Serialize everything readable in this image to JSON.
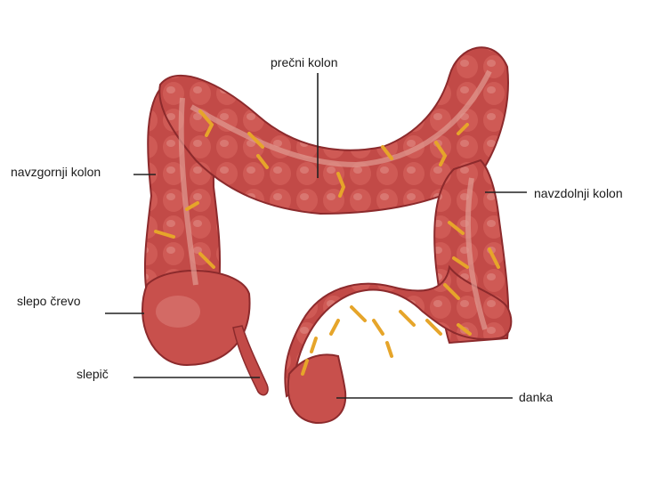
{
  "colors": {
    "tissue": "#c24a47",
    "tissue_dark": "#8c2a2c",
    "tissue_light": "#e08a84",
    "vessel": "#e6a52a",
    "line": "#222222"
  },
  "labels": {
    "transverse_colon": "prečni kolon",
    "ascending_colon": "navzgornji kolon",
    "descending_colon": "navzdolnji kolon",
    "cecum": "slepo črevo",
    "appendix": "slepič",
    "rectum": "danka"
  }
}
